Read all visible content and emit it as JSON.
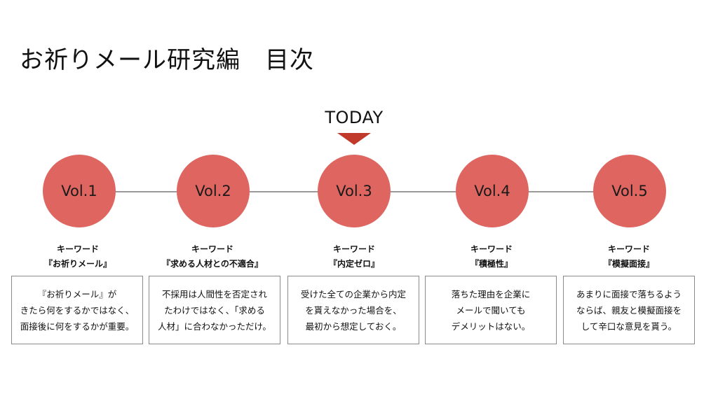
{
  "title": "お祈りメール研究編　目次",
  "today_label": "TODAY",
  "accent_color": "#df6560",
  "arrow_color": "#c0392b",
  "volumes": [
    {
      "label": "Vol.1",
      "keyword_heading": "キーワード",
      "keyword": "『お祈りメール』",
      "description": [
        "『お祈りメール』が",
        "きたら何をするかではなく、",
        "面接後に何をするかが重要。"
      ]
    },
    {
      "label": "Vol.2",
      "keyword_heading": "キーワード",
      "keyword": "『求める人材との不適合』",
      "description": [
        "不採用は人間性を否定され",
        "たわけではなく、「求める",
        "人材」に合わなかっただけ。"
      ]
    },
    {
      "label": "Vol.3",
      "keyword_heading": "キーワード",
      "keyword": "『内定ゼロ』",
      "description": [
        "受けた全ての企業から内定",
        "を貰えなかった場合を、",
        "最初から想定しておく。"
      ]
    },
    {
      "label": "Vol.4",
      "keyword_heading": "キーワード",
      "keyword": "『積極性』",
      "description": [
        "落ちた理由を企業に",
        "メールで聞いても",
        "デメリットはない。"
      ]
    },
    {
      "label": "Vol.5",
      "keyword_heading": "キーワード",
      "keyword": "『模擬面接』",
      "description": [
        "あまりに面接で落ちるよう",
        "ならば、親友と模擬面接を",
        "して辛口な意見を貰う。"
      ]
    }
  ]
}
